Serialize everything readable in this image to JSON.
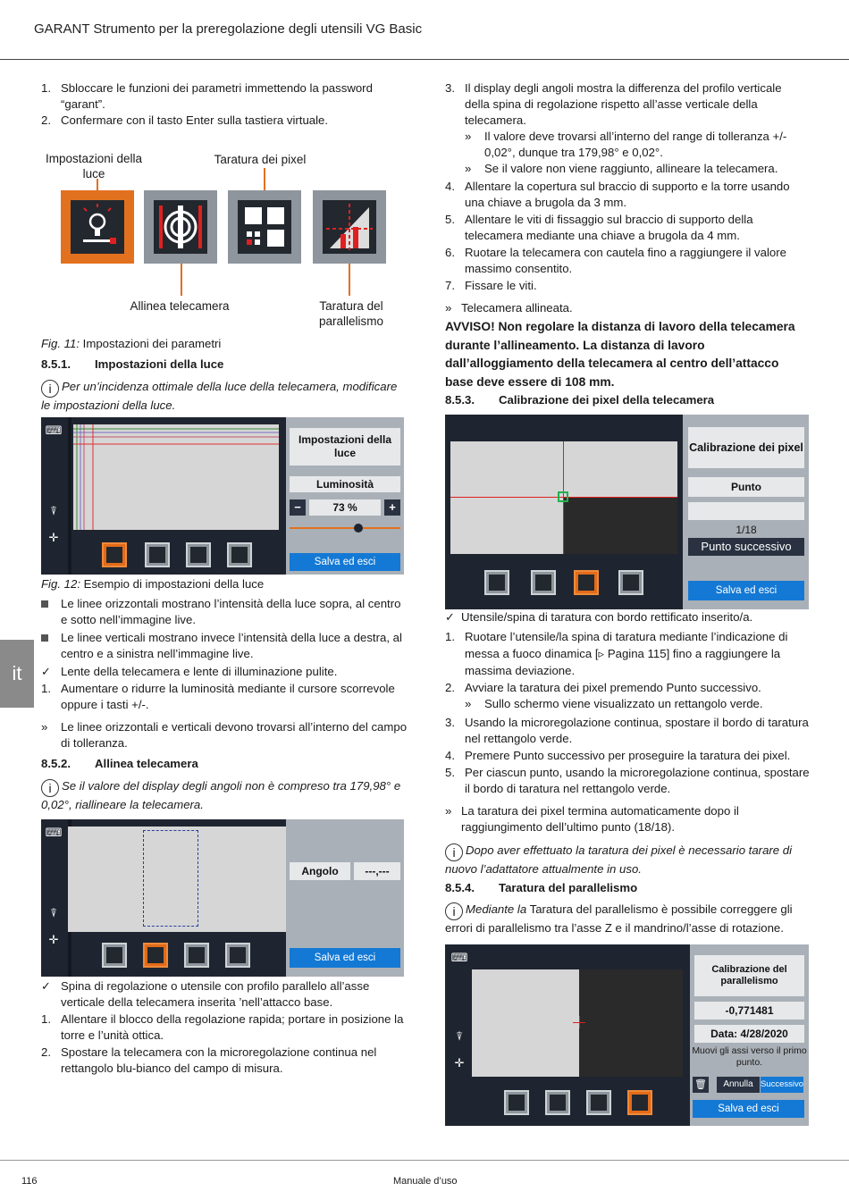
{
  "header": {
    "title": "GARANT Strumento per la preregolazione degli utensili VG Basic"
  },
  "footer": {
    "page": "116",
    "manual": "Manuale d’uso"
  },
  "lang_tab": "it",
  "left": {
    "steps_top": [
      {
        "n": "1.",
        "text": "Sbloccare le funzioni dei parametri immettendo la password “garant”."
      },
      {
        "n": "2.",
        "text": "Confermare con il tasto Enter sulla tastiera virtuale."
      }
    ],
    "fig11": {
      "labels": {
        "light": "Impostazioni della luce",
        "pixel": "Taratura dei pixel",
        "align": "Allinea telecamera",
        "parallel": "Taratura del parallelismo"
      },
      "caption_label": "Fig. 11:",
      "caption_text": " Impostazioni dei parametri"
    },
    "s851": {
      "num": "8.5.1.",
      "title": "Impostazioni della luce"
    },
    "info1": "Per un’incidenza ottimale della luce della telecamera, modificare le impostazioni della luce.",
    "screen1": {
      "title": "Impostazioni della luce",
      "label": "Luminosità",
      "value": "73 %",
      "minus": "−",
      "plus": "+",
      "save": "Salva ed esci",
      "slider_fraction": 0.62
    },
    "fig12": {
      "label": "Fig. 12:",
      "text": " Esempio di impostazioni della luce"
    },
    "bullets": [
      {
        "m": "■",
        "text": "Le linee orizzontali mostrano l’intensità della luce sopra, al centro e sotto nell’immagine live."
      },
      {
        "m": "■",
        "text": "Le linee verticali mostrano invece l’intensità della luce a destra, al centro e a sinistra nell’immagine live."
      },
      {
        "m": "✓",
        "text": "Lente della telecamera e lente di illuminazione pulite."
      },
      {
        "m": "1.",
        "text": "Aumentare o ridurre la luminosità mediante il cursore scorrevole oppure i tasti +/-."
      }
    ],
    "result1": {
      "m": "»",
      "text": "Le linee orizzontali e verticali devono trovarsi all’interno del campo di tolleranza."
    },
    "s852": {
      "num": "8.5.2.",
      "title": "Allinea telecamera"
    },
    "info2": "Se il valore del display degli angoli non è compreso tra 179,98° e 0,02°, riallineare la telecamera.",
    "screen2": {
      "label": "Angolo",
      "value": "---,---",
      "save": "Salva ed esci"
    },
    "steps2": [
      {
        "m": "✓",
        "text": "Spina di regolazione o utensile con profilo parallelo all’asse verticale della telecamera inserita ’nell’attacco base."
      },
      {
        "m": "1.",
        "text": "Allentare il blocco della regolazione rapida; portare in posizione la torre e l’unità ottica."
      },
      {
        "m": "2.",
        "text": "Spostare la telecamera con la microregolazione continua nel rettangolo blu-bianco del campo di misura."
      }
    ]
  },
  "right": {
    "step3": {
      "m": "3.",
      "text": "Il display degli angoli mostra la differenza del profilo verticale della spina di regolazione rispetto all’asse verticale della telecamera."
    },
    "sub3": [
      {
        "m": "»",
        "text": "Il valore deve trovarsi all’interno del range di tolleranza +/- 0,02°, dunque tra 179,98° e 0,02°."
      },
      {
        "m": "»",
        "text": "Se il valore non viene raggiunto, allineare la telecamera."
      }
    ],
    "steps4_7": [
      {
        "m": "4.",
        "text": "Allentare la copertura sul braccio di supporto e la torre usando una chiave a brugola da 3 mm."
      },
      {
        "m": "5.",
        "text": "Allentare le viti di fissaggio sul braccio di supporto della telecamera mediante una chiave a brugola da 4 mm."
      },
      {
        "m": "6.",
        "text": "Ruotare la telecamera con cautela fino a raggiungere il valore massimo consentito."
      },
      {
        "m": "7.",
        "text": "Fissare le viti."
      }
    ],
    "result2": {
      "m": "»",
      "text": "Telecamera allineata."
    },
    "warning": "AVVISO! Non regolare la distanza di lavoro della telecamera durante l’allineamento. La distanza di lavoro dall’alloggiamento della telecamera al centro dell’attacco base deve essere di 108 mm.",
    "s853": {
      "num": "8.5.3.",
      "title": "Calibrazione dei pixel della telecamera"
    },
    "screen3": {
      "title": "Calibrazione dei pixel",
      "label": "Punto",
      "count": "1/18",
      "next": "Punto successivo",
      "save": "Salva ed esci"
    },
    "steps3": [
      {
        "m": "✓",
        "text": "Utensile/spina di taratura con bordo rettificato inserito/a."
      },
      {
        "m": "1.",
        "text": "Ruotare l’utensile/la spina di taratura mediante l’indicazione di messa a fuoco dinamica [▹ Pagina 115] fino a raggiungere la massima deviazione."
      },
      {
        "m": "2.",
        "text": "Avviare la taratura dei pixel premendo Punto successivo."
      }
    ],
    "sub_step2": {
      "m": "»",
      "text": "Sullo schermo viene visualizzato un rettangolo verde."
    },
    "steps3b": [
      {
        "m": "3.",
        "text": "Usando la microregolazione continua, spostare il bordo di taratura nel rettangolo verde."
      },
      {
        "m": "4.",
        "text": "Premere Punto successivo per proseguire la taratura dei pixel."
      },
      {
        "m": "5.",
        "text": "Per ciascun punto, usando la microregolazione continua, spostare il bordo di taratura nel rettangolo verde."
      }
    ],
    "result3": {
      "m": "»",
      "text": "La taratura dei pixel termina automaticamente dopo il raggiungimento dell’ultimo punto (18/18)."
    },
    "info3": "Dopo aver effettuato la taratura dei pixel è necessario tarare di nuovo l’adattatore attualmente in uso.",
    "s854": {
      "num": "8.5.4.",
      "title": "Taratura del parallelismo"
    },
    "info4_italic": "Mediante la",
    "info4_rest": " Taratura del parallelismo è possibile correggere gli errori di parallelismo tra l’asse Z e il mandrino/l’asse di rotazione.",
    "screen4": {
      "title": "Calibrazione del parallelismo",
      "value": "-0,771481",
      "date": "Data: 4/28/2020",
      "hint": "Muovi gli assi verso il primo punto.",
      "cancel": "Annulla",
      "next": "Successivo",
      "save": "Salva ed esci"
    }
  },
  "colors": {
    "orange": "#e2711f",
    "blue": "#1479d4",
    "dark": "#1f2530",
    "panel": "#aab0b7"
  }
}
